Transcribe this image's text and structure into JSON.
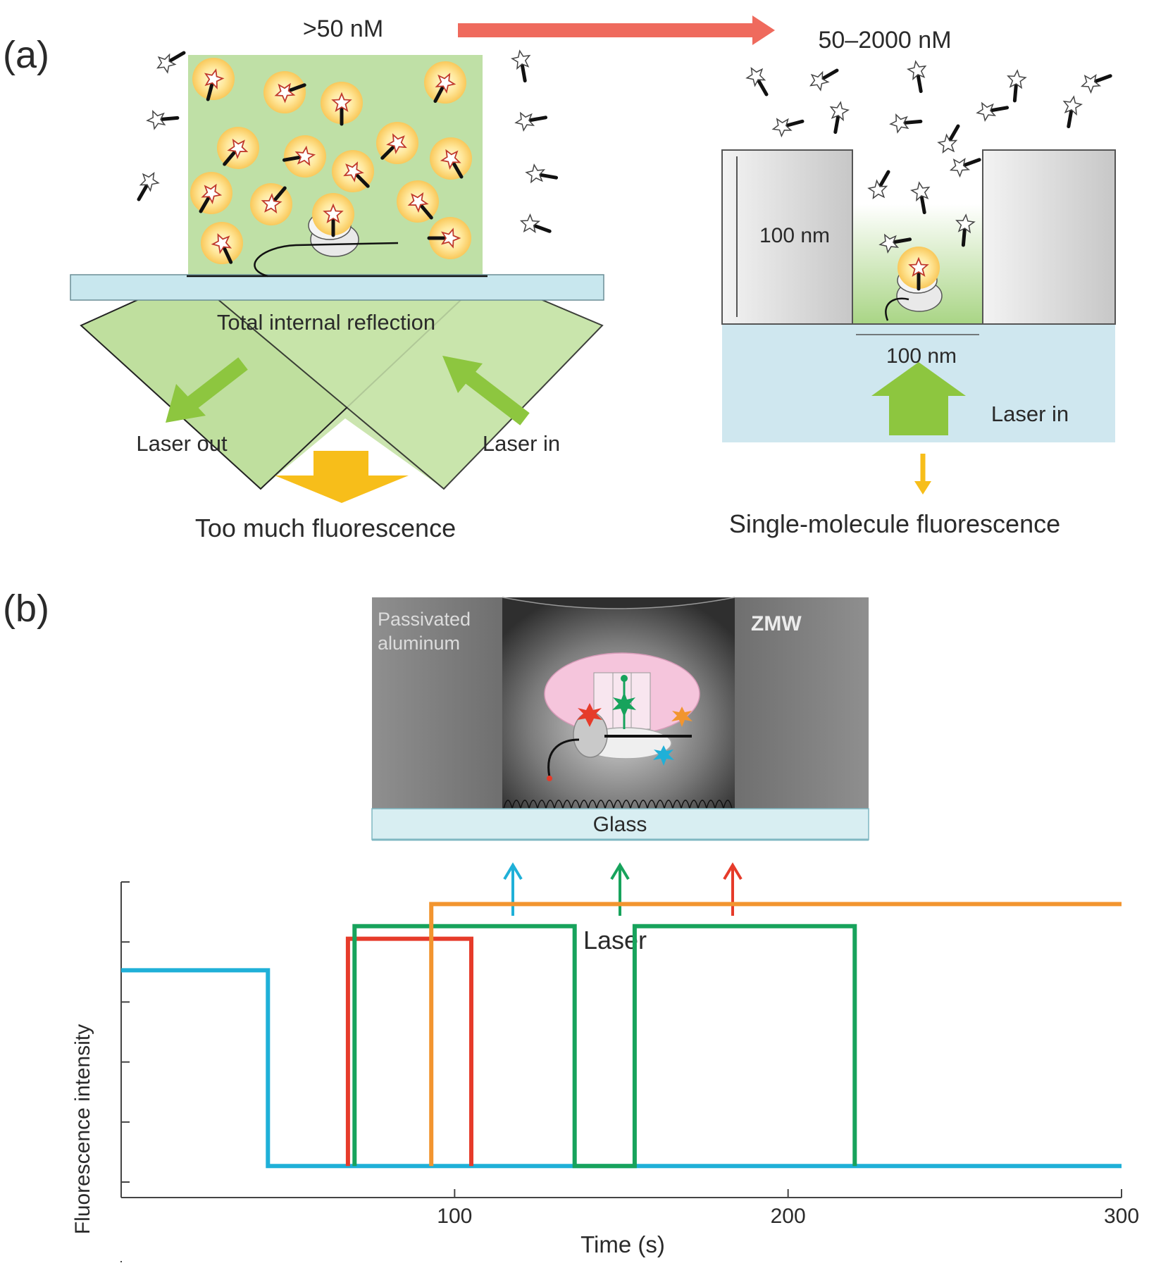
{
  "panel_a": {
    "label": "(a)",
    "left": {
      "concentration": ">50 nM",
      "tir_label": "Total internal reflection",
      "laser_out": "Laser out",
      "laser_in": "Laser in",
      "fluorescence": "Too much fluorescence"
    },
    "right": {
      "concentration": "50–2000 nM",
      "depth_label": "100 nm",
      "width_label": "100 nm",
      "laser_in": "Laser in",
      "fluorescence": "Single-molecule fluorescence"
    }
  },
  "panel_b": {
    "label": "(b)",
    "material_line1": "Passivated",
    "material_line2": "aluminum",
    "zmw_label": "ZMW",
    "glass_label": "Glass",
    "laser_label": "Laser",
    "colors": {
      "blue": "#1fb0d8",
      "green": "#17a35c",
      "red": "#e63b2a",
      "orange": "#f2952f"
    }
  },
  "chart_data": {
    "type": "line",
    "step": true,
    "xlabel": "Time (s)",
    "ylabel": "Fluorescence intensity",
    "xlim": [
      0,
      300
    ],
    "xticks": [
      100,
      200,
      300
    ],
    "ytick_count": 6,
    "series": [
      {
        "color": "#1fb0d8",
        "x": [
          0,
          44,
          44,
          300
        ],
        "y": [
          0.72,
          0.72,
          0.1,
          0.1
        ]
      },
      {
        "color": "#e63b2a",
        "x": [
          68,
          68,
          105,
          105
        ],
        "y": [
          0.1,
          0.82,
          0.82,
          0.1
        ]
      },
      {
        "color": "#17a35c",
        "x": [
          70,
          70,
          136,
          136,
          154,
          154,
          220,
          220
        ],
        "y": [
          0.1,
          0.86,
          0.86,
          0.1,
          0.1,
          0.86,
          0.86,
          0.1
        ]
      },
      {
        "color": "#f2952f",
        "x": [
          93,
          93,
          300
        ],
        "y": [
          0.1,
          0.93,
          0.93
        ]
      }
    ]
  }
}
